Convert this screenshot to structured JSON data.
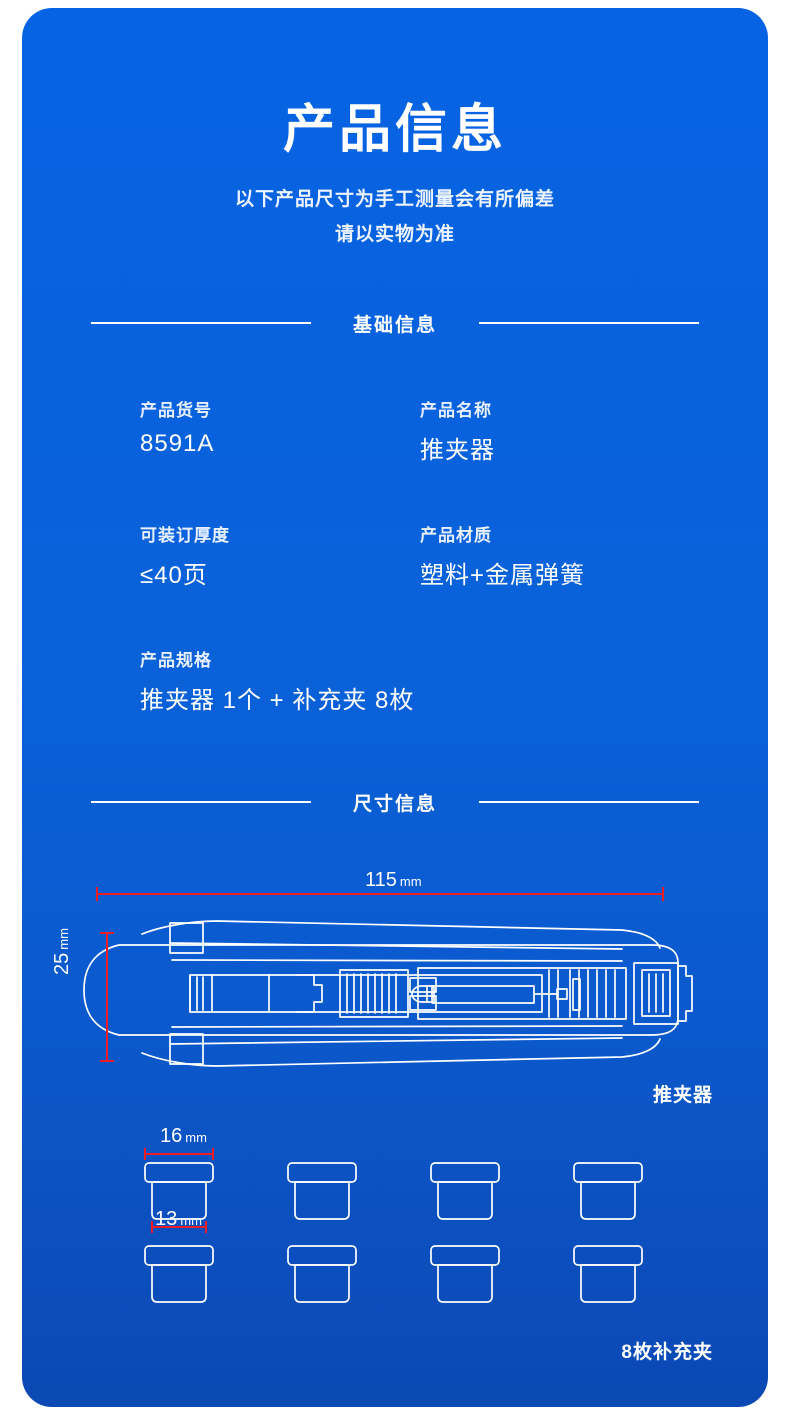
{
  "header": {
    "title": "产品信息",
    "subtitle_line1": "以下产品尺寸为手工测量会有所偏差",
    "subtitle_line2": "请以实物为准"
  },
  "sections": {
    "basic_info": "基础信息",
    "size_info": "尺寸信息"
  },
  "specs": [
    {
      "label": "产品货号",
      "value": "8591A"
    },
    {
      "label": "产品名称",
      "value": "推夹器"
    },
    {
      "label": "可装订厚度",
      "value": "≤40页"
    },
    {
      "label": "产品材质",
      "value": "塑料+金属弹簧"
    },
    {
      "label": "产品规格",
      "value": "推夹器 1个 + 补充夹 8枚"
    }
  ],
  "dimensions": {
    "device_length": {
      "value": "115",
      "unit": "mm"
    },
    "device_height": {
      "value": "25",
      "unit": "mm"
    },
    "clip_width": {
      "value": "16",
      "unit": "mm"
    },
    "clip_body_width": {
      "value": "13",
      "unit": "mm"
    }
  },
  "captions": {
    "device": "推夹器",
    "clips": "8枚补充夹"
  },
  "colors": {
    "background_top": "#0663e3",
    "background_bottom": "#0b49b4",
    "dimension_line": "#ee1c25",
    "outline": "#ffffff",
    "page": "#ffffff"
  }
}
